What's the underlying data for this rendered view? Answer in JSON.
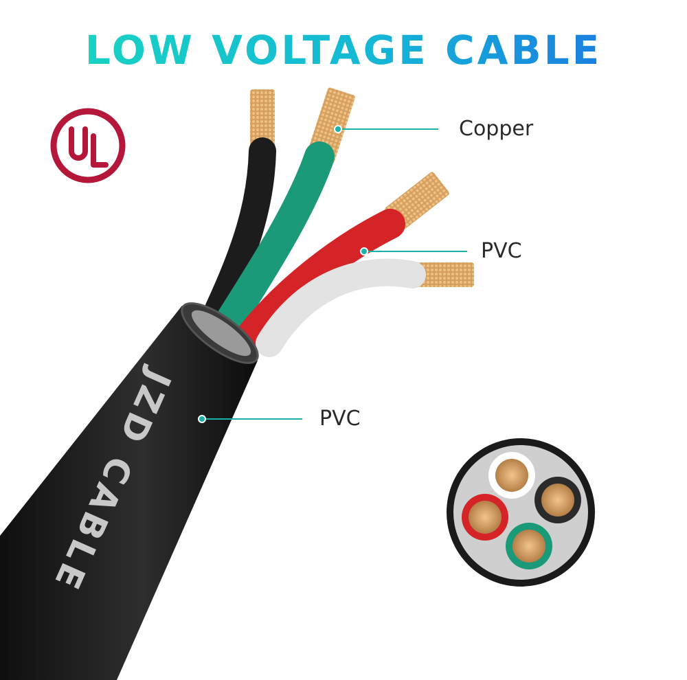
{
  "title": "LOW VOLTAGE CABLE",
  "brand_text": "JZD CABLE",
  "certification": {
    "logo": "UL",
    "color": "#b5173a"
  },
  "callouts": {
    "copper": "Copper",
    "inner_pvc": "PVC",
    "outer_pvc": "PVC"
  },
  "colors": {
    "accent": "#17b3a8",
    "jacket": "#232323",
    "wire_black": "#1c1c1c",
    "wire_green": "#1a9a78",
    "wire_red": "#d42428",
    "wire_white": "#e6e6e6",
    "copper": "#d9a36a"
  }
}
